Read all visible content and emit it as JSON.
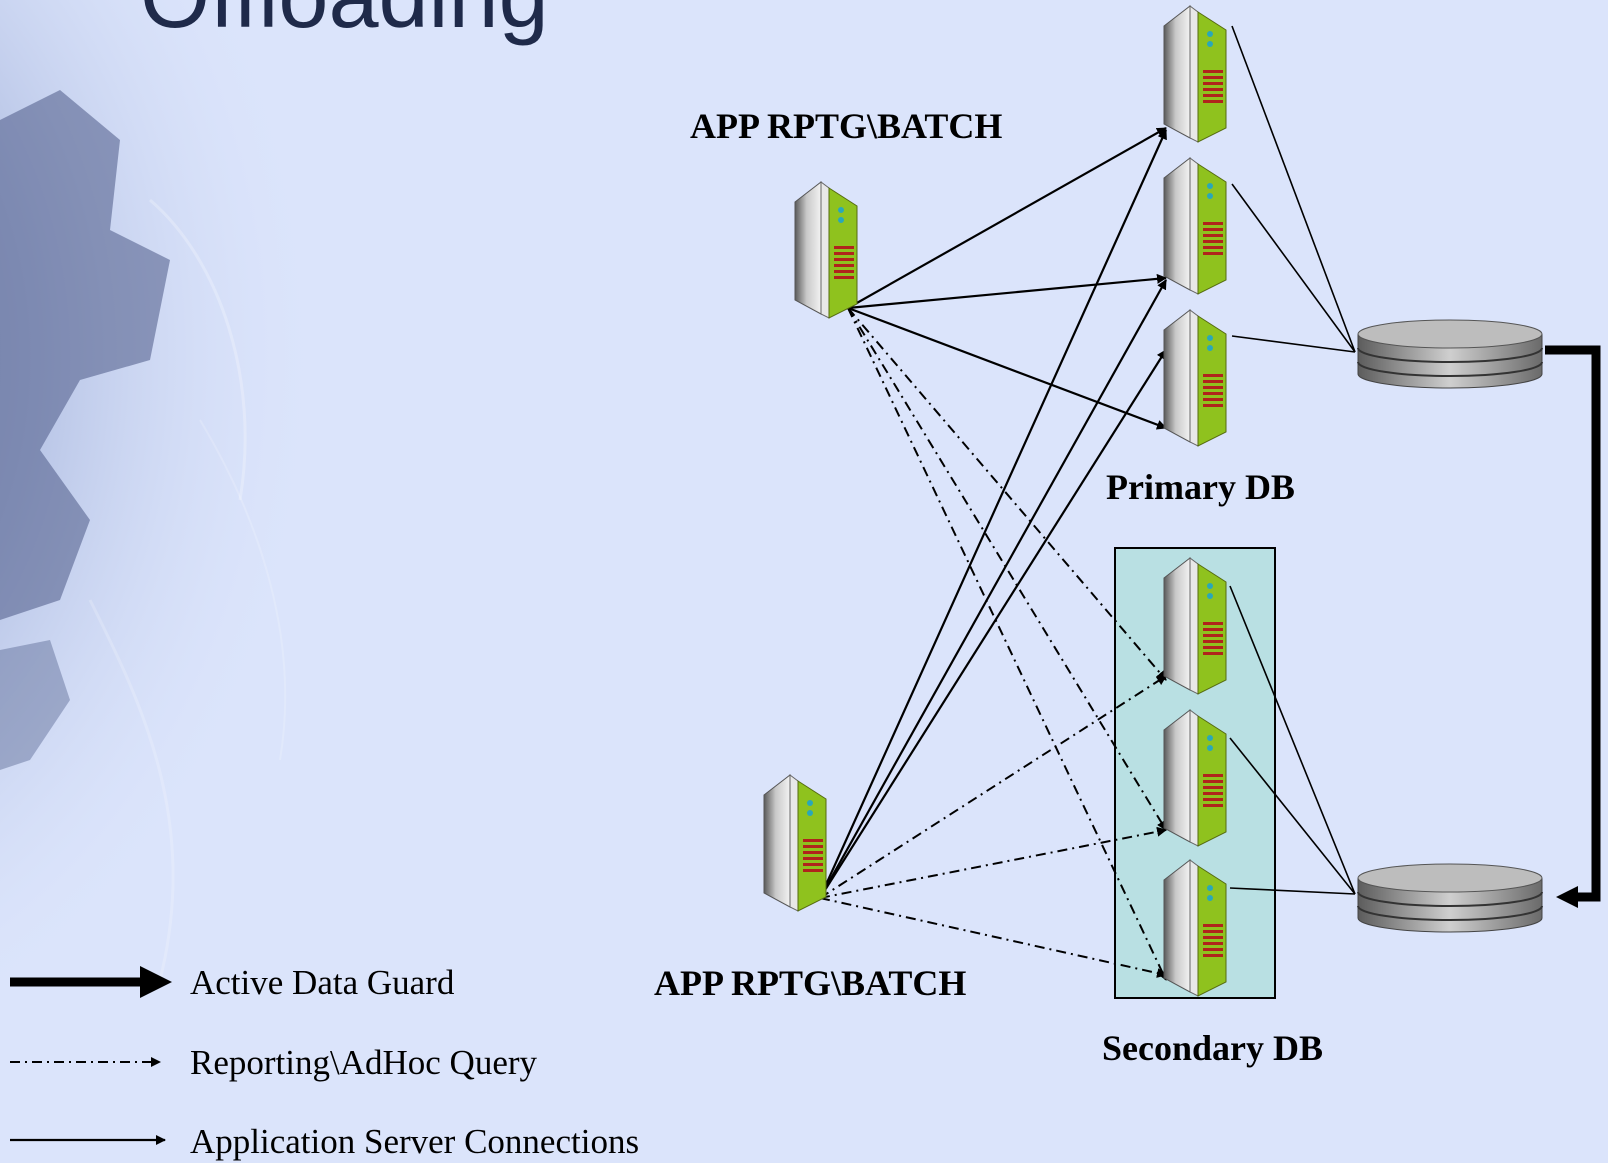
{
  "title": "Offloading",
  "labels": {
    "app_top": "APP RPTG\\BATCH",
    "app_bottom": "APP RPTG\\BATCH",
    "primary_db": "Primary DB",
    "secondary_db": "Secondary DB"
  },
  "legend": [
    {
      "text": "Active Data Guard",
      "style": "thick-solid"
    },
    {
      "text": "Reporting\\AdHoc Query",
      "style": "dash-dot"
    },
    {
      "text": "Application Server Connections",
      "style": "thin-solid"
    }
  ],
  "colors": {
    "background": "#dbe4fb",
    "secondary_box": "#b9e0e3",
    "server_panel": "#8fc21e",
    "server_vents": "#b0241c",
    "server_indicator": "#2aa8b8",
    "disk": "#8c8c8c",
    "line": "#000000"
  },
  "icons": {
    "app_server": "server-icon",
    "db_server": "server-icon",
    "storage": "disk-stack-icon"
  }
}
